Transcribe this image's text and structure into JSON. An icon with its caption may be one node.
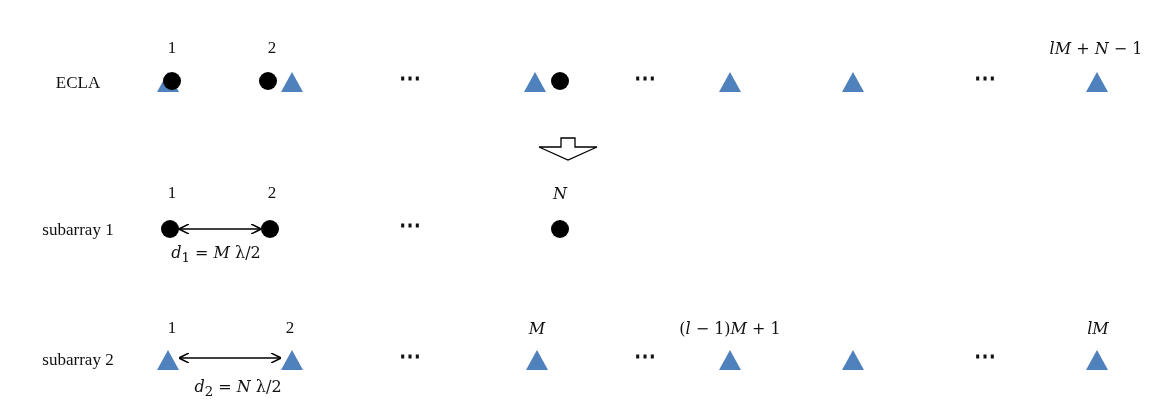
{
  "diagram": {
    "labels": [
      "1",
      "2",
      "*lM* + *N* − 1",
      "ECLA",
      "⋯",
      "⋯",
      "⋯",
      "1",
      "2",
      "*N*",
      "subarray 1",
      "⋯",
      "*d*$_{1}$ = *M* λ/2",
      "1",
      "2",
      "*M*",
      "(*l* − 1)*M* + 1",
      "*lM*",
      "subarray 2",
      "⋯",
      "⋯",
      "⋯",
      "*d*$_{2}$ = *N* λ/2"
    ]
  }
}
